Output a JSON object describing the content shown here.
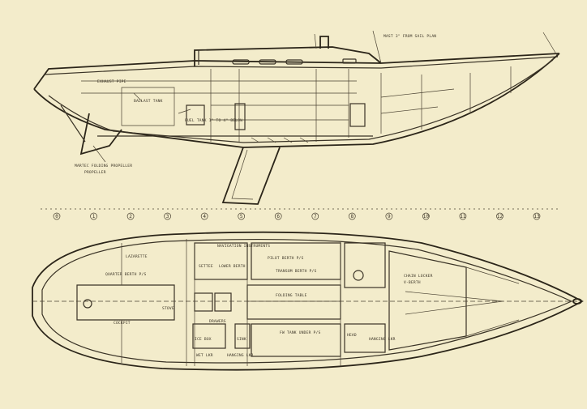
{
  "profile_labels": {
    "mast_note": "MAST 3\" FROM SAIL PLAN",
    "exhaust": "EXHAUST PIPE",
    "engine_note": "FUEL TANK 1\" TO 4\" BELOW",
    "ballast_note": "BALLAST TANK",
    "prop": "PROPELLER",
    "folding_prop": "MARTEC FOLDING PROPELLER"
  },
  "plan_labels": {
    "navigation": "NAVIGATION INSTRUMENTS",
    "pilot_berth": "PILOT BERTH P/S",
    "lazarette": "LAZARETTE",
    "quarter_berth": "QUARTER BERTH P/S",
    "settee": "SETTEE",
    "lower_berth": "LOWER BERTH",
    "transom": "TRANSOM BERTH P/S",
    "folding_table": "FOLDING TABLE",
    "chain_locker": "CHAIN LOCKER",
    "vberth": "V-BERTH",
    "icebox": "ICE BOX",
    "stove": "STOVE",
    "sink": "SINK",
    "drawers": "DRAWERS",
    "hanging_locker": "HANGING LKR",
    "fuel_tank": "FW TANK UNDER P/S",
    "head": "HEAD",
    "cockpit": "COCKPIT",
    "wet_locker": "WET LKR",
    "hanging_locker_2": "HANGING LKR"
  },
  "stations": [
    "0",
    "1",
    "2",
    "3",
    "4",
    "5",
    "6",
    "7",
    "8",
    "9",
    "10",
    "11",
    "12",
    "13"
  ]
}
